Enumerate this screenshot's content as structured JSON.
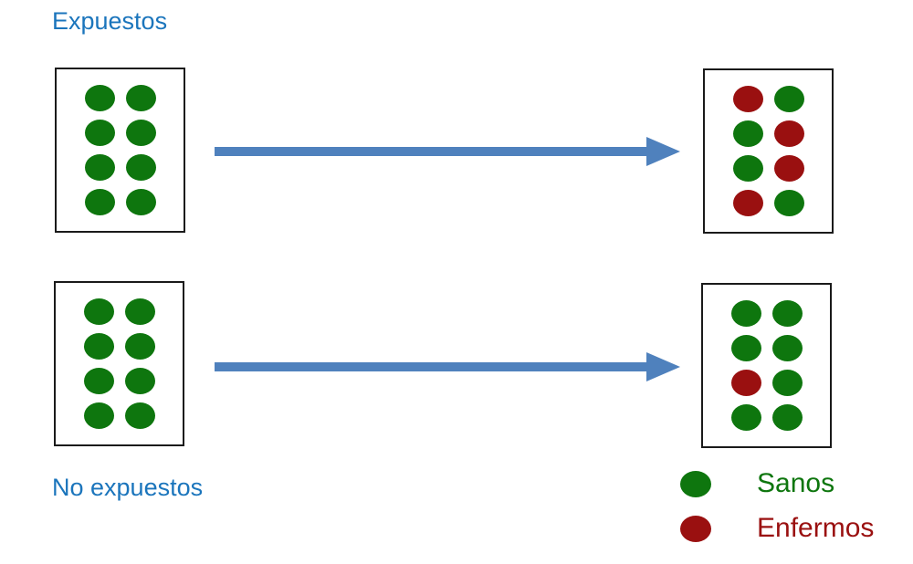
{
  "diagram": {
    "exposed_label": "Expuestos",
    "unexposed_label": "No expuestos"
  },
  "colors": {
    "healthy_green": "#0E760E",
    "sick_red": "#9A1010",
    "arrow_blue": "#4F81BD",
    "label_blue": "#1B75BC",
    "box_border": "#1A1A1A",
    "background": "#FFFFFF"
  },
  "boxes": {
    "exposed_start": {
      "dots": [
        "green",
        "green",
        "green",
        "green",
        "green",
        "green",
        "green",
        "green"
      ]
    },
    "exposed_end": {
      "dots": [
        "red",
        "green",
        "green",
        "red",
        "green",
        "red",
        "red",
        "green"
      ]
    },
    "unexposed_start": {
      "dots": [
        "green",
        "green",
        "green",
        "green",
        "green",
        "green",
        "green",
        "green"
      ]
    },
    "unexposed_end": {
      "dots": [
        "green",
        "green",
        "green",
        "green",
        "red",
        "green",
        "green",
        "green"
      ]
    }
  },
  "legend": {
    "items": [
      {
        "color": "green",
        "label": "Sanos"
      },
      {
        "color": "red",
        "label": "Enfermos"
      }
    ]
  }
}
